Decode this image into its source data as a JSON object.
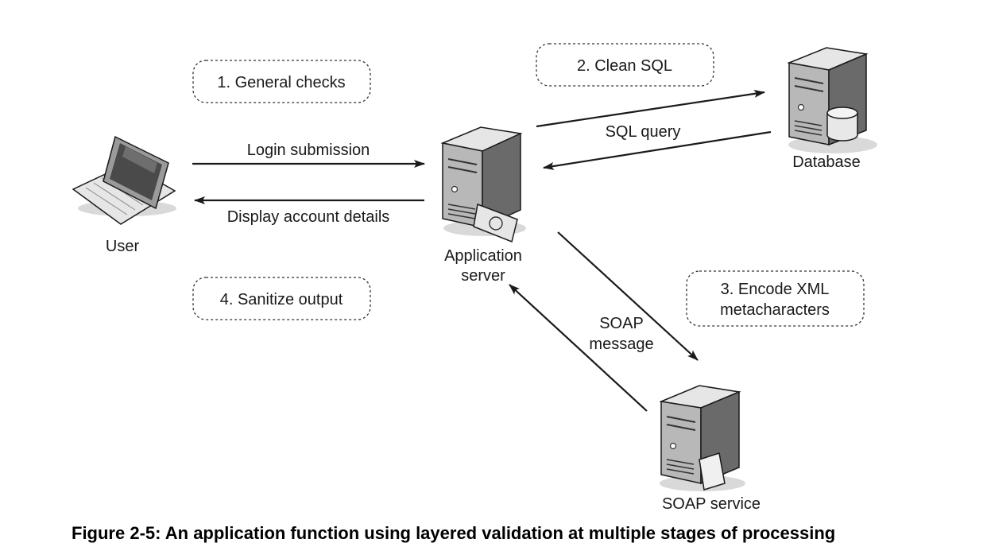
{
  "nodes": {
    "user": "User",
    "app_server_line1": "Application",
    "app_server_line2": "server",
    "database": "Database",
    "soap_service": "SOAP service"
  },
  "steps": {
    "step1": "1. General checks",
    "step2": "2. Clean SQL",
    "step3_line1": "3. Encode XML",
    "step3_line2": "metacharacters",
    "step4": "4. Sanitize output"
  },
  "edges": {
    "login_submission": "Login submission",
    "display_account_details": "Display account details",
    "sql_query": "SQL query",
    "soap_message_line1": "SOAP",
    "soap_message_line2": "message"
  },
  "caption": "Figure 2-5: An application function using layered validation at multiple stages of processing"
}
